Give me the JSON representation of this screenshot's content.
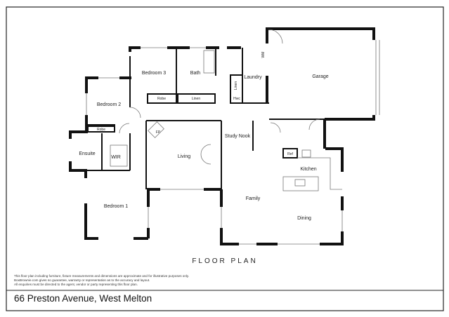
{
  "plan_title": "FLOOR PLAN",
  "disclaimer": [
    "This floor plan including furniture, fixture measurements and dimensions are approximate and for illustrative purposes only.",
    "BoxBrownie.com gives no guarantee, warranty or representation as to the accuracy and layout.",
    "All enquiries must be directed to the agent, vendor or party representing this floor plan."
  ],
  "address": "66 Preston Avenue, West Melton",
  "rooms": {
    "garage": "Garage",
    "bedroom3": "Bedroom 3",
    "bath": "Bath",
    "laundry": "Laundry",
    "bedroom2": "Bedroom 2",
    "robe2": "Robe",
    "robe3": "Robe",
    "linen_hall": "Linen",
    "linen_cupboard": "Linen",
    "hwc": "Hwc",
    "wm": "WM",
    "ensuite": "Ensuite",
    "wir": "WIR",
    "fireplace": "FP",
    "living": "Living",
    "study_nook": "Study Nook",
    "kitchen": "Kitchen",
    "ref": "Ref",
    "family": "Family",
    "dining": "Dining",
    "bedroom1": "Bedroom 1"
  }
}
